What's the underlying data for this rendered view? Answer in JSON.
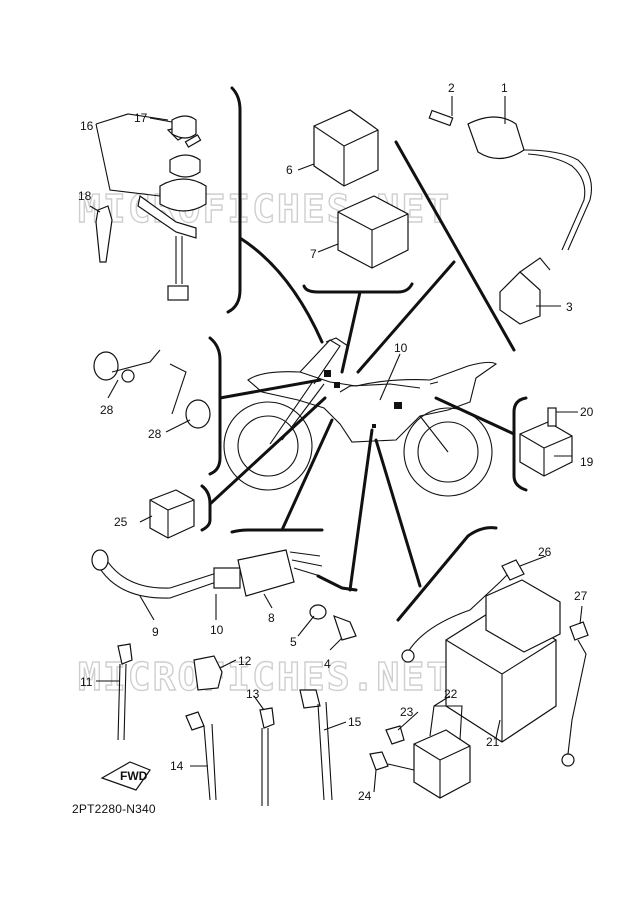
{
  "diagram": {
    "code": "2PT2280-N340",
    "watermark": "MICROFICHES.NET",
    "fwd_label": "FWD",
    "callouts": [
      "1",
      "2",
      "3",
      "4",
      "5",
      "6",
      "7",
      "8",
      "9",
      "10",
      "10",
      "11",
      "12",
      "13",
      "14",
      "15",
      "16",
      "17",
      "18",
      "19",
      "20",
      "21",
      "22",
      "23",
      "24",
      "25",
      "26",
      "27",
      "28",
      "28"
    ]
  }
}
